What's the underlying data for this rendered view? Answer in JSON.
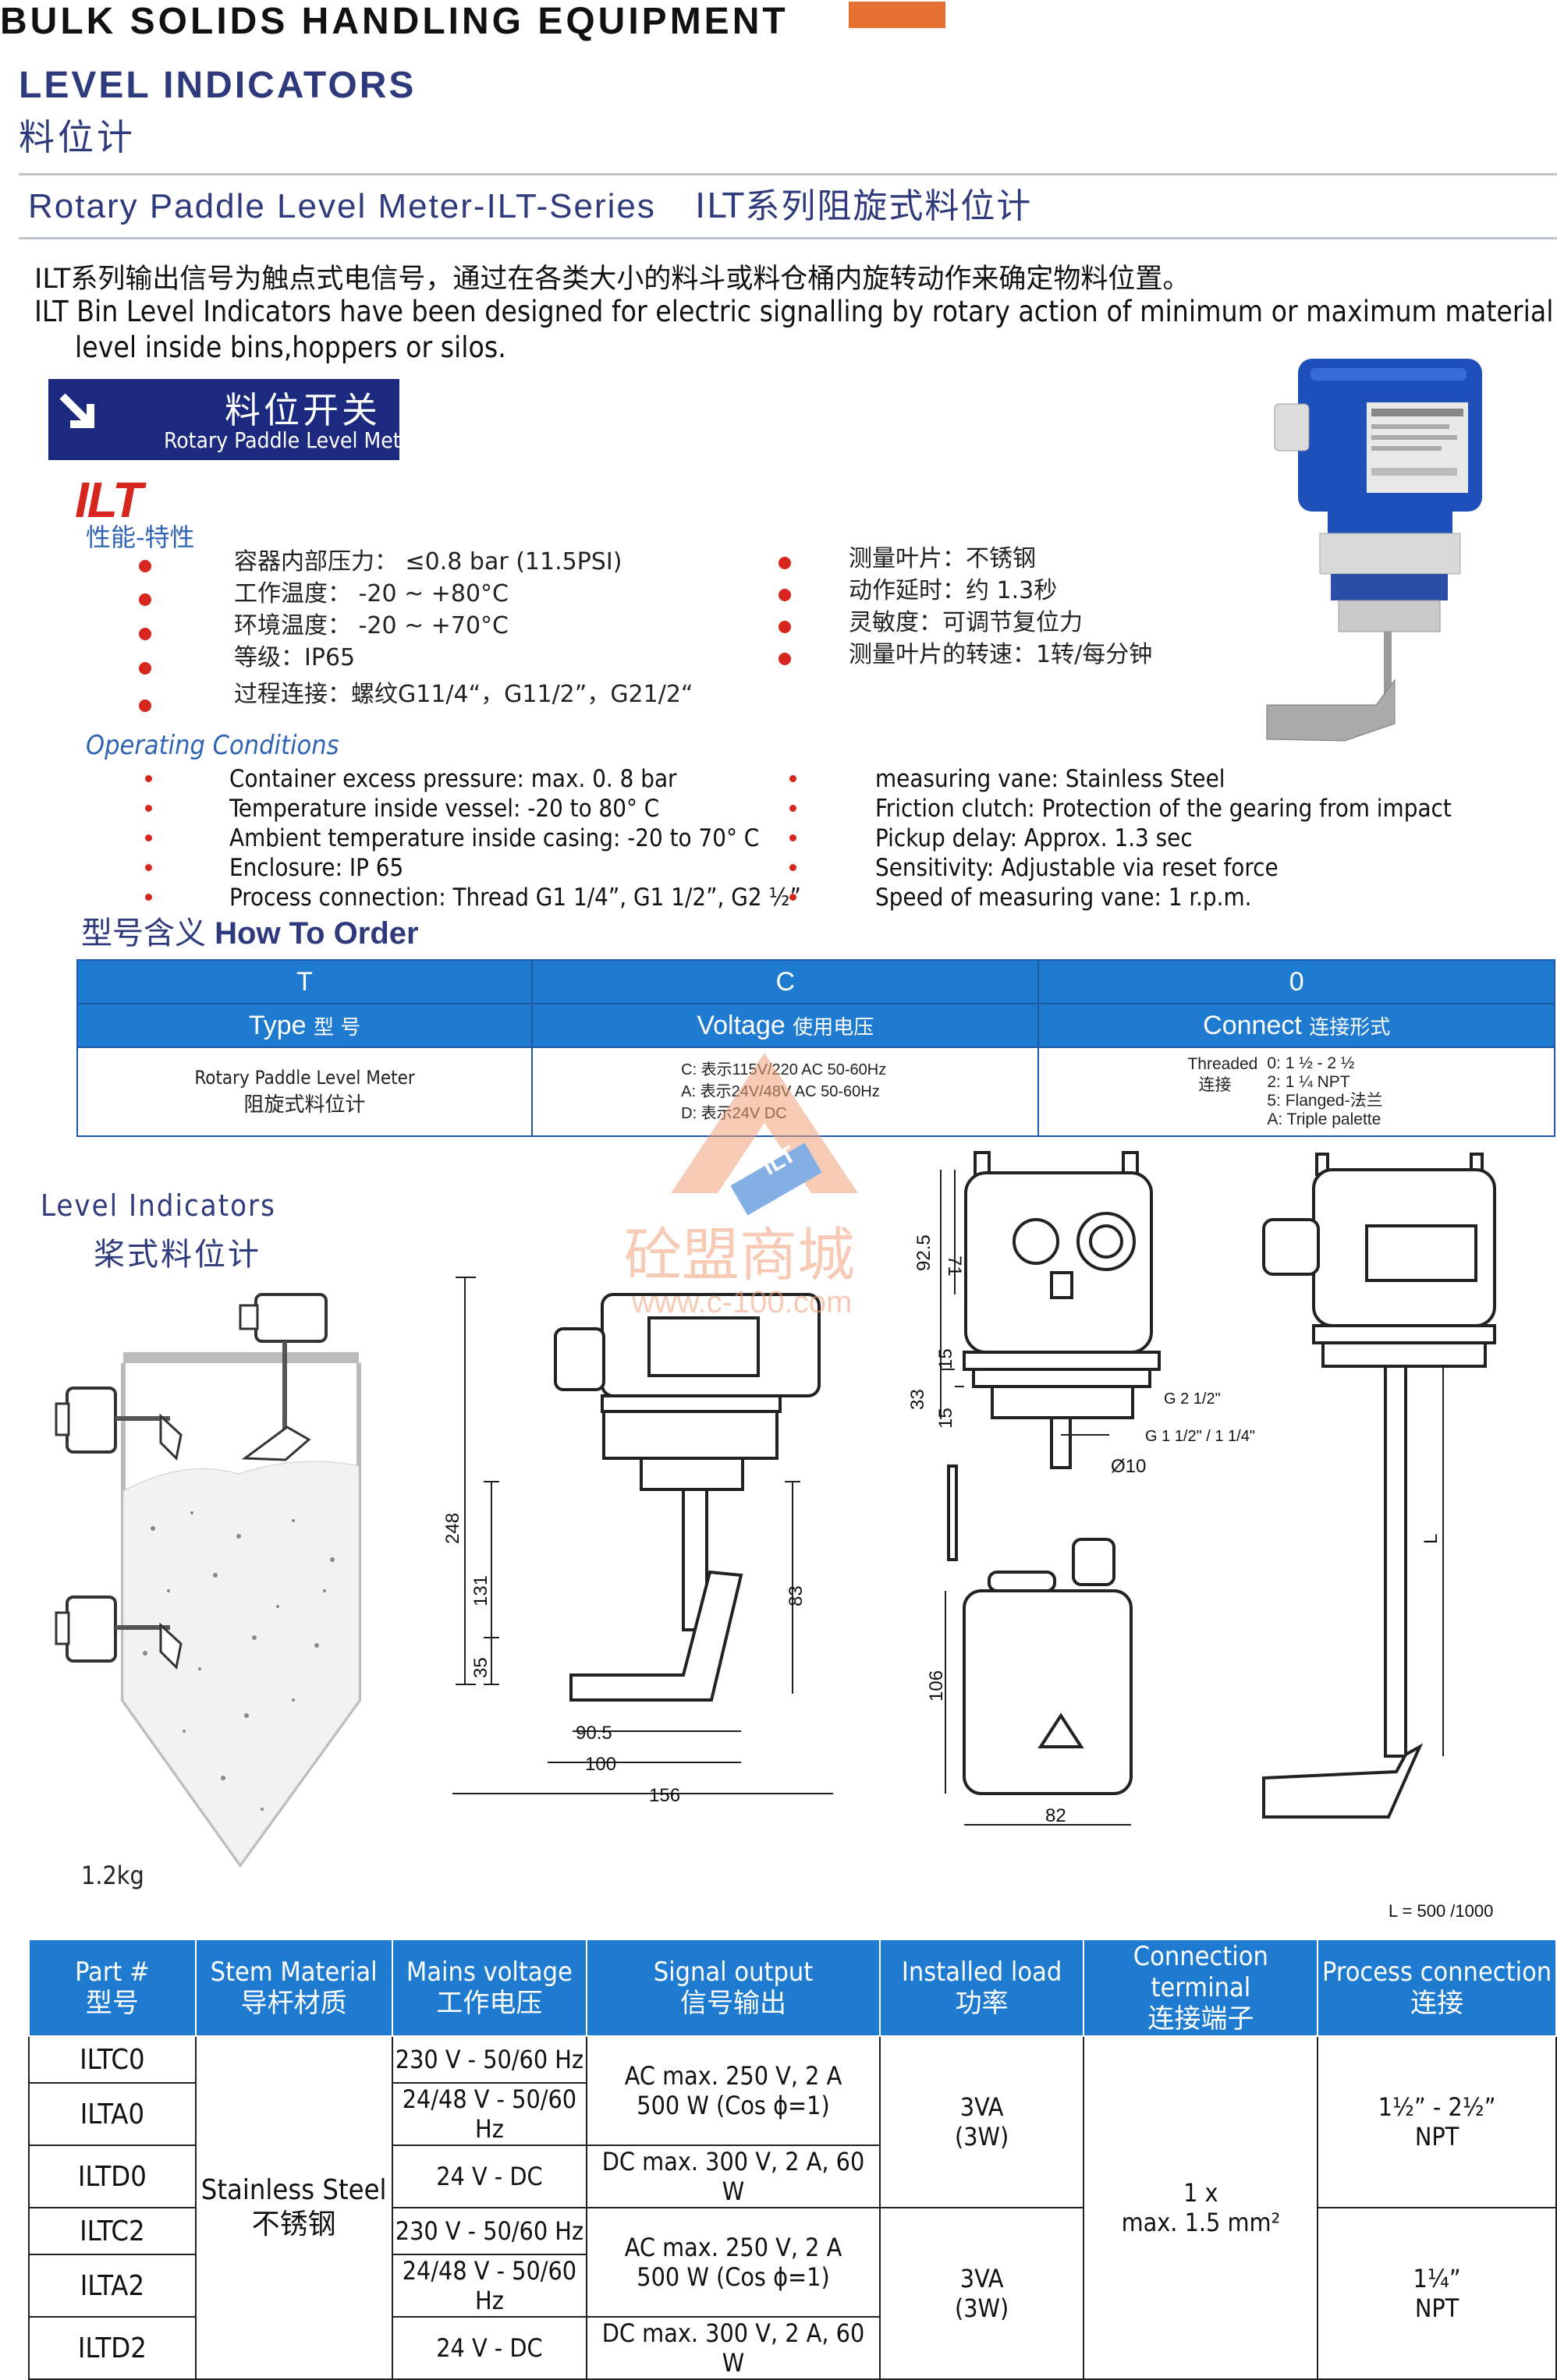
{
  "header": {
    "title": "BULK SOLIDS HANDLING EQUIPMENT",
    "accent_color": "#e57132"
  },
  "section": {
    "title": "LEVEL INDICATORS",
    "title_cn": "料位计"
  },
  "product": {
    "title": "Rotary Paddle Level Meter-ILT-Series",
    "title_cn": "ILT系列阻旋式料位计"
  },
  "intro": {
    "cn": "ILT系列输出信号为触点式电信号，通过在各类大小的料斗或料仓桶内旋转动作来确定物料位置。",
    "en_line1": "ILT Bin Level Indicators have been designed for electric signalling by rotary action of minimum or maximum material",
    "en_line2": "level inside bins,hoppers or silos."
  },
  "banner": {
    "cn": "料位开关",
    "en": "Rotary Paddle Level Meter",
    "icon": "arrow-down-right-icon"
  },
  "brand": {
    "logo_text": "ILT"
  },
  "features": {
    "heading": "性能-特性",
    "left": [
      "容器内部压力：  ≤0.8 bar (11.5PSI)",
      "工作温度：      -20 ~ +80°C",
      "环境温度：      -20 ~ +70°C",
      "等级：IP65",
      "过程连接：螺纹G11/4“，G11/2”，G21/2“"
    ],
    "right": [
      "测量叶片：不锈钢",
      "动作延时：约 1.3秒",
      "灵敏度：可调节复位力",
      "测量叶片的转速：1转/每分钟"
    ]
  },
  "operating": {
    "heading": "Operating Conditions",
    "left": [
      "Container  excess  pressure:  max.  0. 8  bar",
      "Temperature  inside  vessel:  -20 to 80° C",
      "Ambient temperature inside casing:  -20 to 70° C",
      "Enclosure: IP 65",
      "Process connection: Thread G1 1/4”, G1 1/2”, G2 ½”"
    ],
    "right": [
      "measuring vane: Stainless Steel",
      "Friction clutch: Protection of the gearing from impact",
      "Pickup delay: Approx. 1.3 sec",
      "Sensitivity: Adjustable via reset force",
      "Speed of measuring vane: 1 r.p.m."
    ]
  },
  "order": {
    "heading_cn": "型号含义",
    "heading_en": "How To Order",
    "codes": [
      "T",
      "C",
      "0"
    ],
    "labels": [
      {
        "en": "Type",
        "cn": "型 号"
      },
      {
        "en": "Voltage",
        "cn": "使用电压"
      },
      {
        "en": "Connect",
        "cn": "连接形式"
      }
    ],
    "type_desc": {
      "en": "Rotary Paddle Level Meter",
      "cn": "阻旋式料位计"
    },
    "voltage_lines": [
      "C:  表示115V/220 AC  50-60Hz",
      "A:  表示24V/48V AC    50-60Hz",
      "D:  表示24V DC"
    ],
    "connect_left": [
      "Threaded",
      "连接"
    ],
    "connect_lines": [
      "0: 1 ½  - 2 ½",
      "2:   1 ¼ NPT",
      "5:   Flanged-法兰",
      "A:   Triple palette"
    ]
  },
  "level_indicators": {
    "title": "Level   Indicators",
    "title_cn": "桨式料位计",
    "weight": "1.2kg"
  },
  "watermark": {
    "badge": "ILT",
    "text_cn": "砼盟商城",
    "url": "www.c-100.com"
  },
  "drawing": {
    "dims_side": [
      "248",
      "131",
      "35",
      "83",
      "90.5",
      "100",
      "156"
    ],
    "dims_front": [
      "92.5",
      "71",
      "33",
      "15",
      "15",
      "G 2 1/2\"",
      "G 1 1/2\" / 1 1/4\"",
      "Ø10",
      "106",
      "82"
    ],
    "dims_long": [
      "L",
      "L = 500 /1000"
    ]
  },
  "spec_table": {
    "headers": [
      {
        "en": "Part #",
        "cn": "型号"
      },
      {
        "en": "Stem Material",
        "cn": "导杆材质"
      },
      {
        "en": "Mains voltage",
        "cn": "工作电压"
      },
      {
        "en": "Signal output",
        "cn": "信号输出"
      },
      {
        "en": "Installed load",
        "cn": "功率"
      },
      {
        "en": "Connection terminal",
        "cn": "连接端子"
      },
      {
        "en": "Process connection",
        "cn": "连接"
      }
    ],
    "parts": [
      "ILTC0",
      "ILTA0",
      "ILTD0",
      "ILTC2",
      "ILTA2",
      "ILTD2"
    ],
    "stem": {
      "en": "Stainless Steel",
      "cn": "不锈钢"
    },
    "voltages": [
      "230 V - 50/60 Hz",
      "24/48 V - 50/60 Hz",
      "24 V - DC",
      "230 V - 50/60 Hz",
      "24/48 V - 50/60 Hz",
      "24 V - DC"
    ],
    "ac_signal": [
      "AC max. 250 V, 2 A",
      "500 W (Cos ϕ=1)"
    ],
    "dc_signal": "DC max. 300 V, 2 A, 60 W",
    "load": [
      "3VA",
      "(3W)"
    ],
    "terminal": [
      "1 x",
      "max. 1.5 mm²"
    ],
    "conn_a": [
      "1½” - 2½”",
      "NPT"
    ],
    "conn_b": [
      "1¼”",
      "NPT"
    ]
  }
}
